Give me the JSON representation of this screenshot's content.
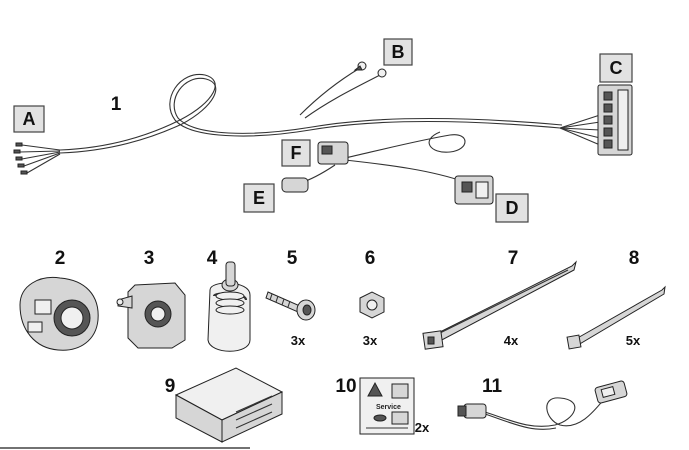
{
  "callouts": {
    "A": "A",
    "B": "B",
    "C": "C",
    "D": "D",
    "E": "E",
    "F": "F"
  },
  "parts": {
    "p1": "1",
    "p2": "2",
    "p3": "3",
    "p4": "4",
    "p5": "5",
    "p6": "6",
    "p7": "7",
    "p8": "8",
    "p9": "9",
    "p10": "10",
    "p11": "11"
  },
  "quantities": {
    "q5": "3x",
    "q6": "3x",
    "q7": "4x",
    "q8": "5x",
    "q10": "2x"
  },
  "label_sticker": {
    "title": "Service"
  }
}
